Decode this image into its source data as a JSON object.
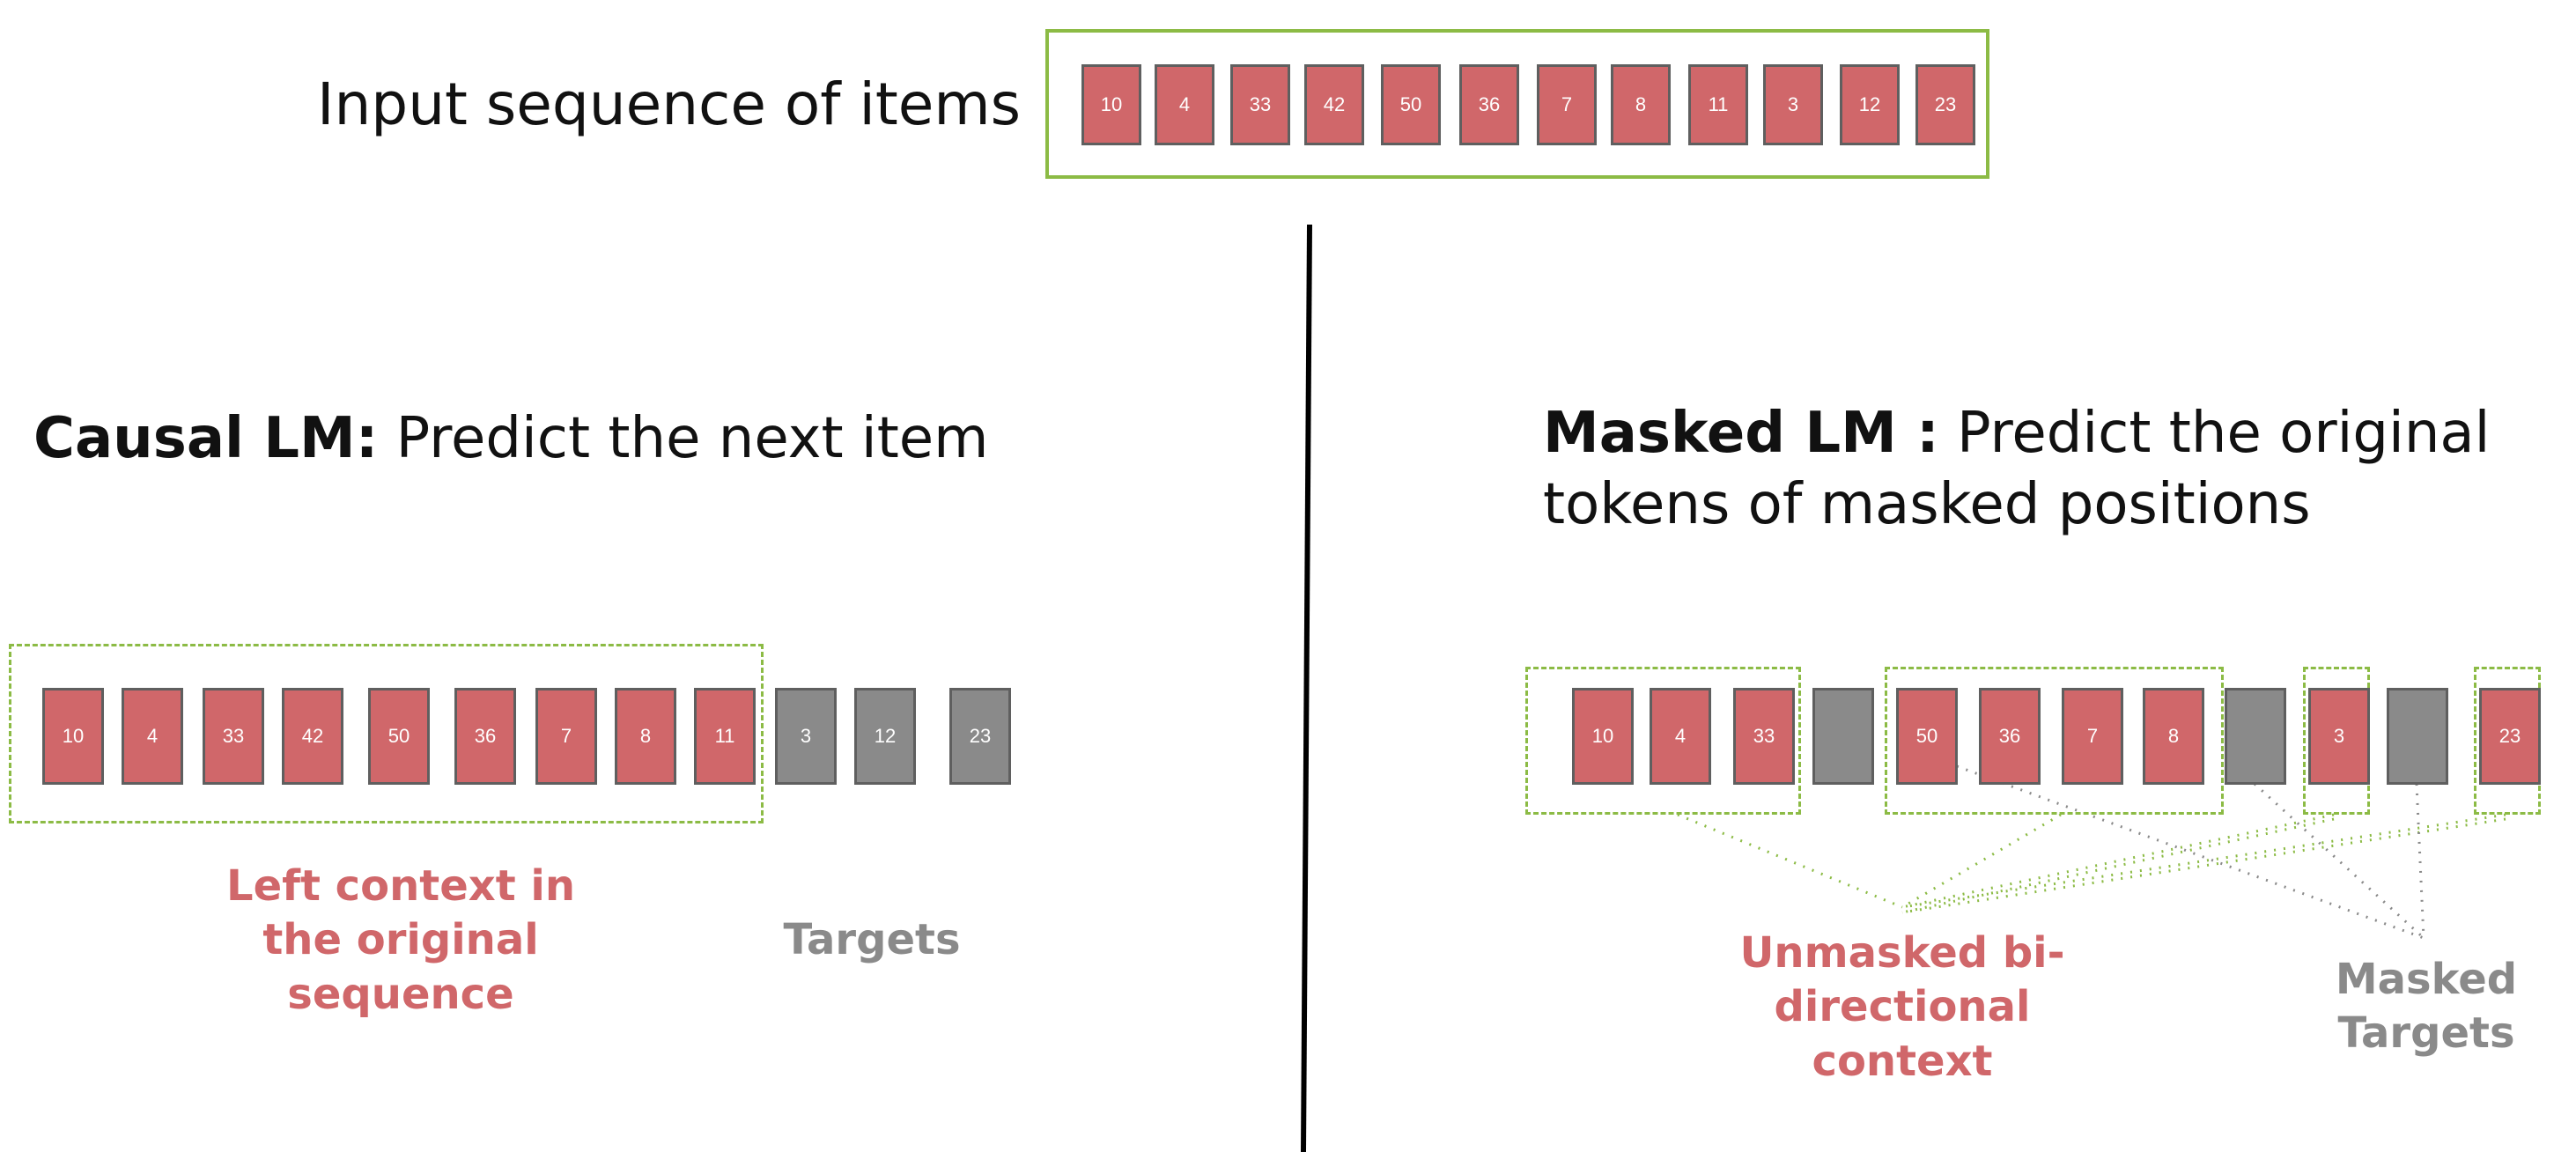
{
  "top": {
    "title": "Input sequence of items",
    "tokens": [
      "10",
      "4",
      "33",
      "42",
      "50",
      "36",
      "7",
      "8",
      "11",
      "3",
      "12",
      "23"
    ]
  },
  "causal": {
    "heading_bold": "Causal LM:",
    "heading_rest": " Predict the next item",
    "tokens": [
      {
        "label": "10",
        "state": "context"
      },
      {
        "label": "4",
        "state": "context"
      },
      {
        "label": "33",
        "state": "context"
      },
      {
        "label": "42",
        "state": "context"
      },
      {
        "label": "50",
        "state": "context"
      },
      {
        "label": "36",
        "state": "context"
      },
      {
        "label": "7",
        "state": "context"
      },
      {
        "label": "8",
        "state": "context"
      },
      {
        "label": "11",
        "state": "context"
      },
      {
        "label": "3",
        "state": "target"
      },
      {
        "label": "12",
        "state": "target"
      },
      {
        "label": "23",
        "state": "target"
      }
    ],
    "context_label": "Left context in the original sequence",
    "targets_label": "Targets"
  },
  "masked": {
    "heading_bold": "Masked LM :",
    "heading_rest": " Predict the original tokens of masked positions",
    "tokens": [
      {
        "label": "10",
        "state": "unmasked"
      },
      {
        "label": "4",
        "state": "unmasked"
      },
      {
        "label": "33",
        "state": "unmasked"
      },
      {
        "label": "",
        "state": "masked"
      },
      {
        "label": "50",
        "state": "unmasked"
      },
      {
        "label": "36",
        "state": "unmasked"
      },
      {
        "label": "7",
        "state": "unmasked"
      },
      {
        "label": "8",
        "state": "unmasked"
      },
      {
        "label": "",
        "state": "masked"
      },
      {
        "label": "3",
        "state": "unmasked"
      },
      {
        "label": "",
        "state": "masked"
      },
      {
        "label": "23",
        "state": "unmasked"
      }
    ],
    "unmasked_label": "Unmasked bi-directional context",
    "masked_label": "Masked Targets"
  },
  "colors": {
    "item": "#d0676a",
    "masked": "#8a8a8a",
    "box_border": "#8cbb45",
    "divider": "#000000",
    "gray_line": "#8a8a8a"
  }
}
